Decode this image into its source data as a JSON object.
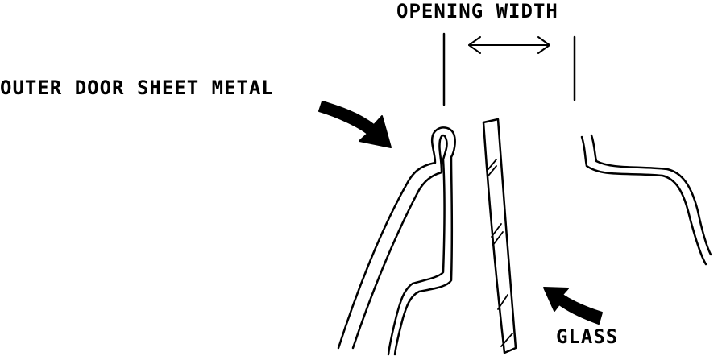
{
  "labels": {
    "opening_width": "OPENING WIDTH",
    "outer_door_sheet_metal": "OUTER DOOR SHEET METAL",
    "glass": "GLASS"
  },
  "colors": {
    "ink": "#000000",
    "background": "#ffffff"
  }
}
